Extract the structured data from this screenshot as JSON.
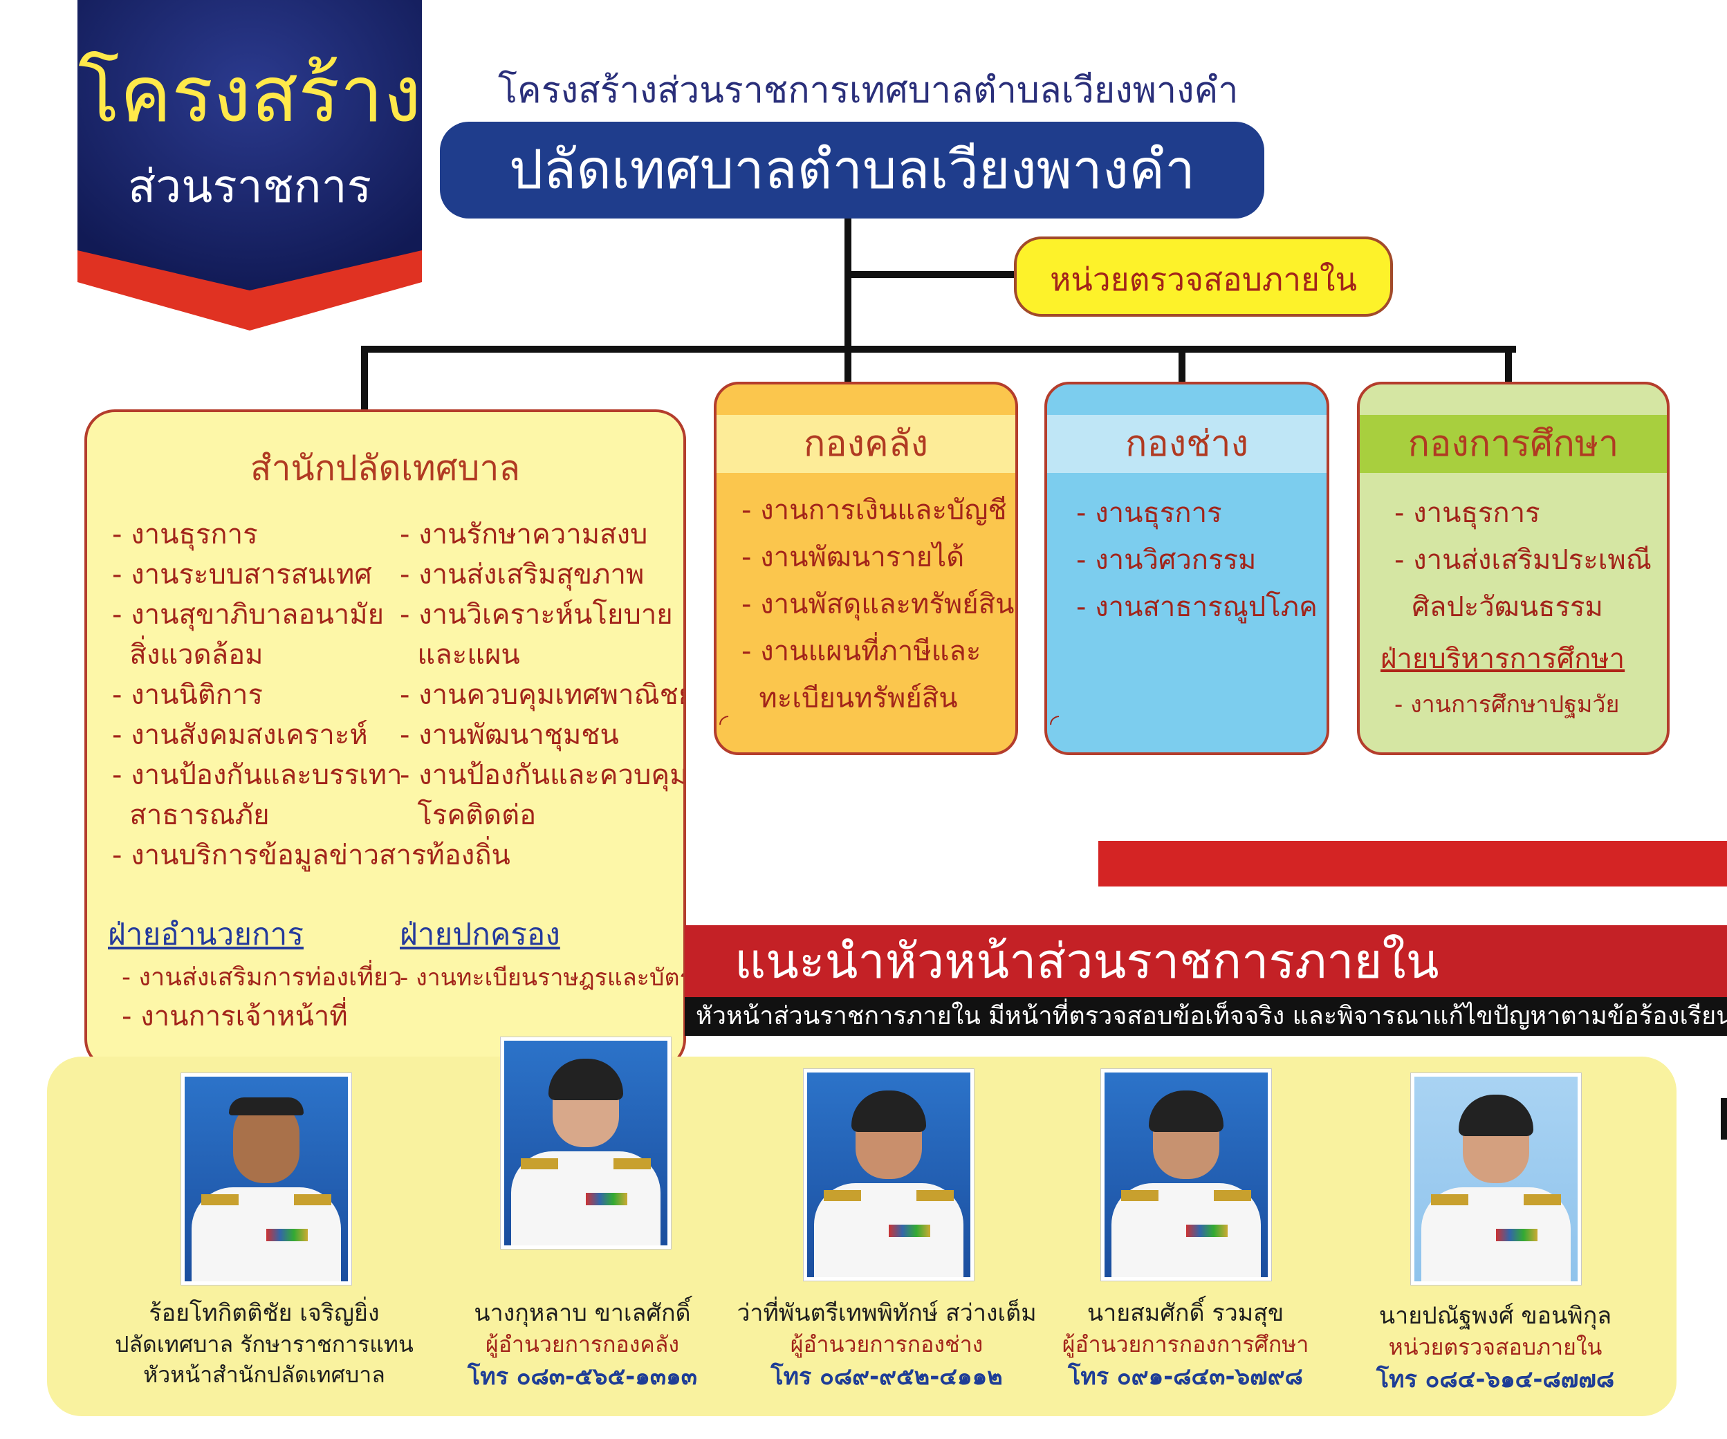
{
  "banner": {
    "title": "โครงสร้าง",
    "subtitle": "ส่วนราชการ"
  },
  "top_caption": "โครงสร้างส่วนราชการเทศบาลตำบลเวียงพางคำ",
  "head_box": "ปลัดเทศบาลตำบลเวียงพางคำ",
  "audit_unit": "หน่วยตรวจสอบภายใน",
  "office": {
    "title": "สำนักปลัดเทศบาล",
    "left_items": [
      "- งานธุรการ",
      "- งานระบบสารสนเทศ",
      "- งานสุขาภิบาลอนามัย",
      "  สิ่งแวดล้อม",
      "- งานนิติการ",
      "- งานสังคมสงเคราะห์",
      "- งานป้องกันและบรรเทา",
      "  สาธารณภัย",
      "- งานบริการข้อมูลข่าวสารท้องถิ่น"
    ],
    "right_items": [
      "- งานรักษาความสงบ",
      "- งานส่งเสริมสุขภาพ",
      "- งานวิเคราะห์นโยบาย",
      "  และแผน",
      "- งานควบคุมเทศพาณิชย์",
      "- งานพัฒนาชุมชน",
      "- งานป้องกันและควบคุม",
      "  โรคติดต่อ"
    ],
    "admin_link": "ฝ่ายอำนวยการ",
    "admin_items": [
      "- งานส่งเสริมการท่องเที่ยว",
      "- งานการเจ้าหน้าที่"
    ],
    "gov_link": "ฝ่ายปกครอง",
    "gov_items": [
      "- งานทะเบียนราษฎรและบัตร"
    ]
  },
  "finance": {
    "title": "กองคลัง",
    "items": [
      "- งานการเงินและบัญชี",
      "- งานพัฒนารายได้",
      "- งานพัสดุและทรัพย์สิน",
      "- งานแผนที่ภาษีและ",
      "  ทะเบียนทรัพย์สิน"
    ]
  },
  "engineering": {
    "title": "กองช่าง",
    "items": [
      "- งานธุรการ",
      "- งานวิศวกรรม",
      "- งานสาธารณูปโภค"
    ]
  },
  "education": {
    "title": "กองการศึกษา",
    "items": [
      "- งานธุรการ",
      "- งานส่งเสริมประเพณี",
      "  ศิลปะวัฒนธรรม"
    ],
    "sub_link": "ฝ่ายบริหารการศึกษา",
    "sub_items": [
      "- งานการศึกษาปฐมวัย"
    ]
  },
  "intro": {
    "title": "แนะนำหัวหน้าส่วนราชการภายใน",
    "desc": "หัวหน้าส่วนราชการภายใน มีหน้าที่ตรวจสอบข้อเท็จจริง และพิจารณาแก้ไขปัญหาตามข้อร้องเรียน"
  },
  "people": [
    {
      "name": "ร้อยโทกิตติชัย เจริญยิ่ง",
      "position": "ปลัดเทศบาล รักษาราชการแทน",
      "position2": "หัวหน้าสำนักปลัดเทศบาล",
      "tel": ""
    },
    {
      "name": "นางกุหลาบ ขาเลศักดิ์",
      "position": "ผู้อำนวยการกองคลัง",
      "position2": "",
      "tel": "โทร ๐๘๓-๕๖๕-๑๓๑๓"
    },
    {
      "name": "ว่าที่พันตรีเทพพิทักษ์ สว่างเต็ม",
      "position": "ผู้อำนวยการกองช่าง",
      "position2": "",
      "tel": "โทร ๐๘๙-๙๕๒-๔๑๑๒"
    },
    {
      "name": "นายสมศักดิ์ รวมสุข",
      "position": "ผู้อำนวยการกองการศึกษา",
      "position2": "",
      "tel": "โทร ๐๙๑-๘๔๓-๖๗๙๘"
    },
    {
      "name": "นายปณัฐพงศ์ ขอนพิกุล",
      "position": "หน่วยตรวจสอบภายใน",
      "position2": "",
      "tel": "โทร ๐๘๔-๖๑๔-๘๗๗๘"
    }
  ],
  "colors": {
    "navy": "#1f3d8c",
    "yellow_text": "#ffe94a",
    "red": "#c42126",
    "item_text": "#a2241a"
  }
}
